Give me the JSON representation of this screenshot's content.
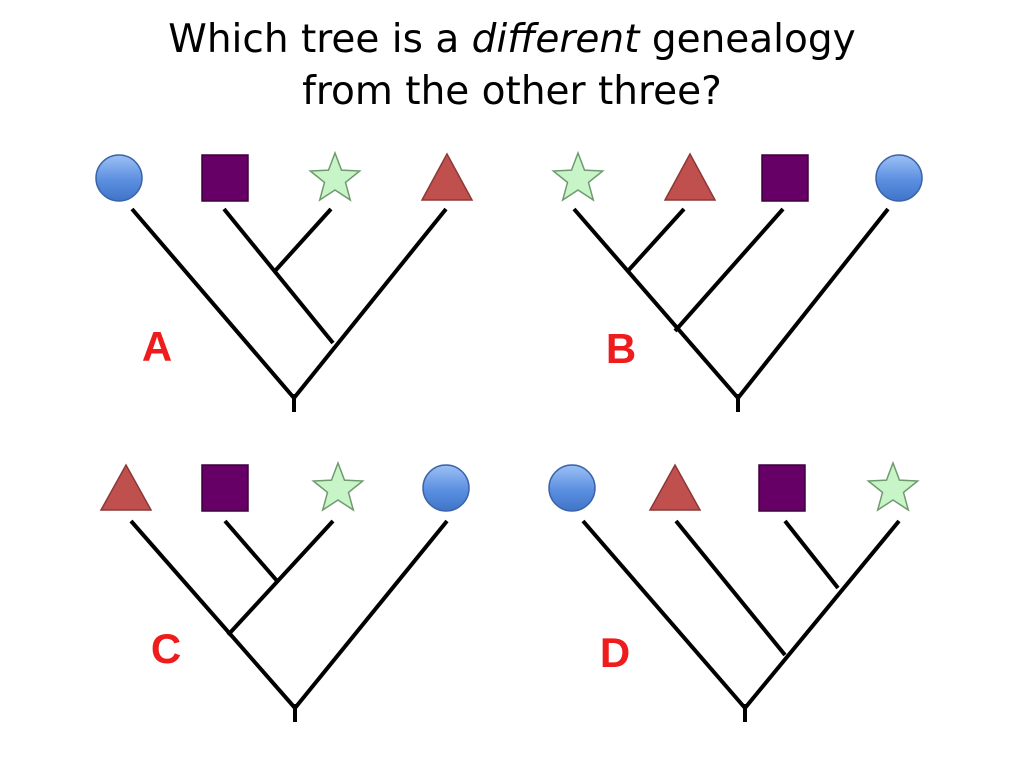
{
  "title": {
    "line1_before": "Which tree is a ",
    "line1_emphasis": "different",
    "line1_after": " genealogy",
    "line2": "from the other three?"
  },
  "colors": {
    "label": "#ee1c1c",
    "circle_fill": "#5b8fe0",
    "square_fill": "#660066",
    "star_fill": "#c8f5c8",
    "triangle_fill": "#c0504d",
    "branch": "#000000"
  },
  "trees": [
    {
      "label": "A",
      "tips": [
        "circle-icon",
        "square-icon",
        "star-icon",
        "triangle-icon"
      ],
      "topology": "circle + ((square + star) + triangle)"
    },
    {
      "label": "B",
      "tips": [
        "star-icon",
        "triangle-icon",
        "square-icon",
        "circle-icon"
      ],
      "topology": "((star + triangle) + square) + circle"
    },
    {
      "label": "C",
      "tips": [
        "triangle-icon",
        "square-icon",
        "star-icon",
        "circle-icon"
      ],
      "topology": "(triangle + (square + star)) + circle"
    },
    {
      "label": "D",
      "tips": [
        "circle-icon",
        "triangle-icon",
        "square-icon",
        "star-icon"
      ],
      "topology": "circle + (triangle + (square + star))"
    }
  ]
}
